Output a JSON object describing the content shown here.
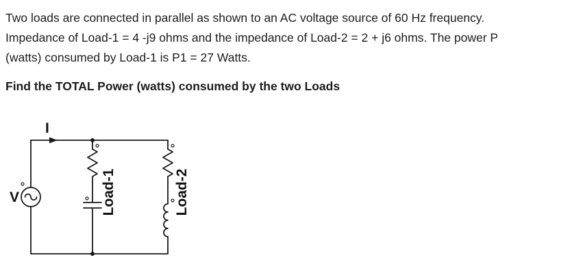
{
  "problem": {
    "paragraph": "Two loads are connected in parallel as shown to an AC voltage source of 60 Hz frequency.\nImpedance of Load-1 = 4 -j9 ohms and the impedance of Load-2 = 2 + j6 ohms. The power P\n(watts) consumed by Load-1 is P1 = 27 Watts.",
    "question": "Find the TOTAL Power (watts) consumed by the two Loads"
  },
  "circuit": {
    "current_label": "I",
    "source_label": "V",
    "load1_label": "Load-1",
    "load2_label": "Load-2",
    "line_color": "#1a1a1a"
  }
}
